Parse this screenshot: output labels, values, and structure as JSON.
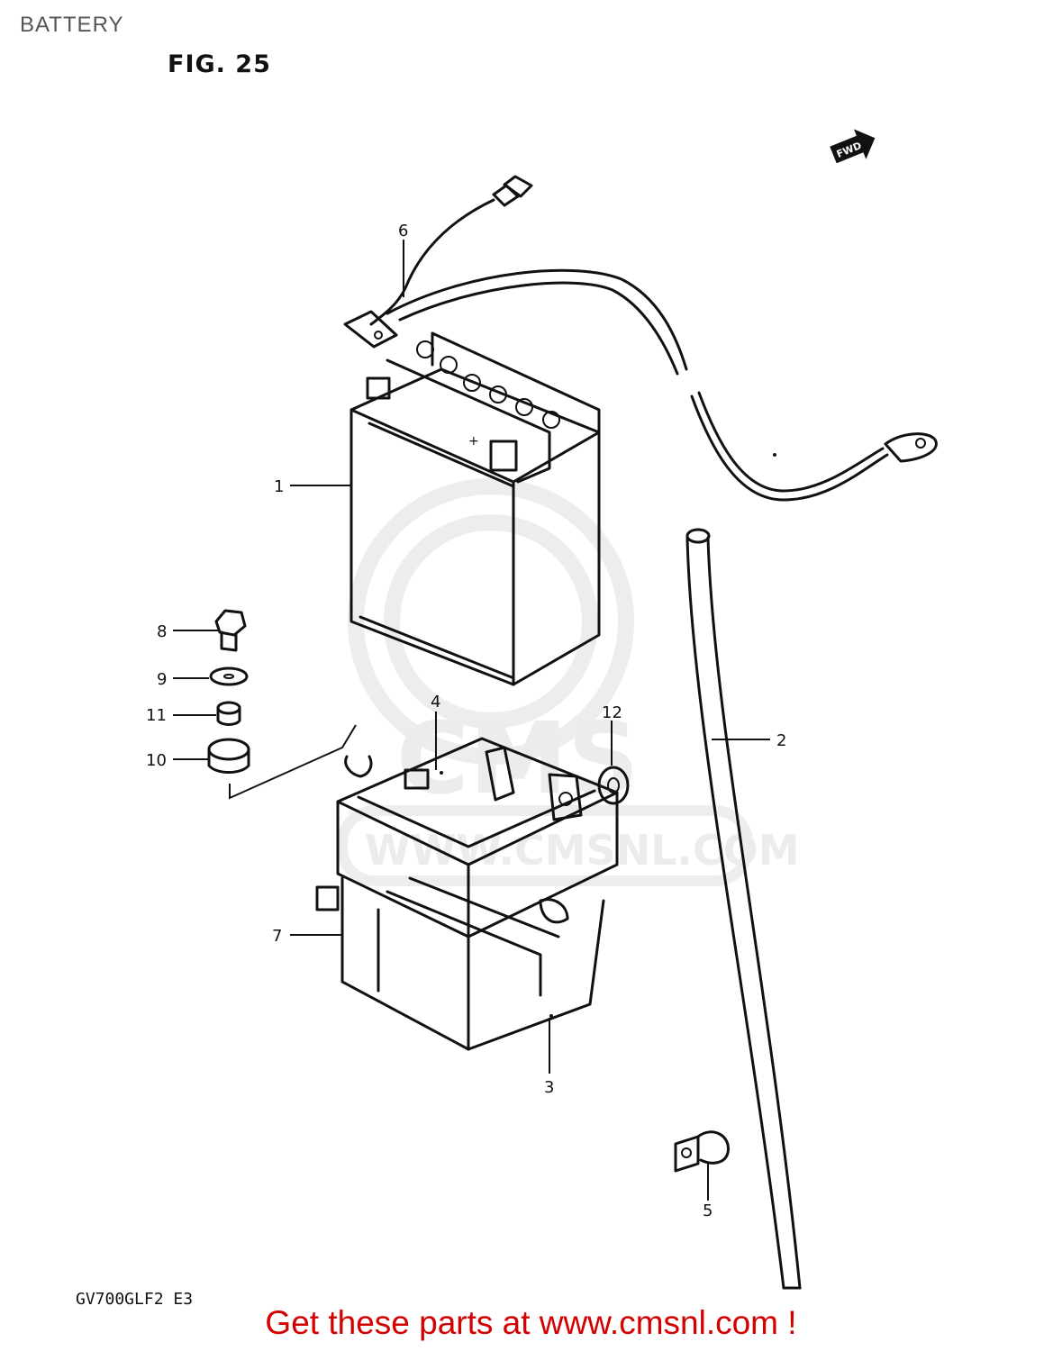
{
  "header": {
    "title": "BATTERY"
  },
  "figure": {
    "label": "FIG. 25",
    "direction_marker": "FWD",
    "model_code": "GV700GLF2  E3"
  },
  "watermark": {
    "brand": "CMS",
    "site": "WWW.CMSNL.COM"
  },
  "callouts": [
    "1",
    "2",
    "3",
    "4",
    "5",
    "6",
    "7",
    "8",
    "9",
    "10",
    "11",
    "12"
  ],
  "footer": {
    "link_text": "Get these parts at www.cmsnl.com !"
  },
  "colors": {
    "link": "#d40000",
    "line": "#111111",
    "watermark": "#ececec"
  }
}
